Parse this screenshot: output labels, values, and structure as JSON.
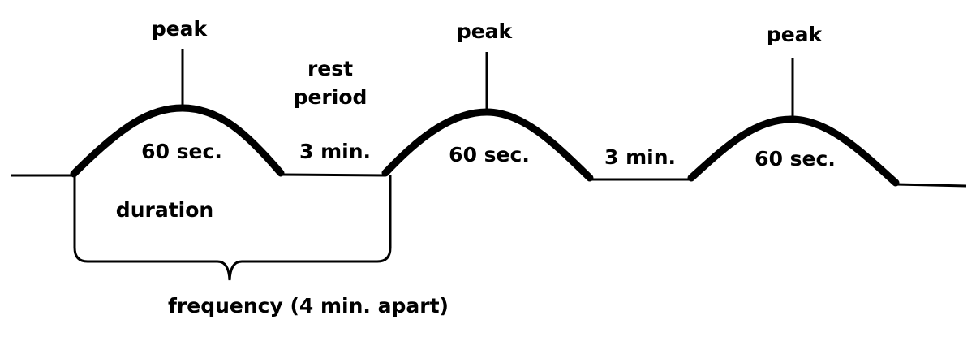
{
  "colors": {
    "ink": "#000000",
    "background": "#ffffff"
  },
  "labels": {
    "peak_1": "peak",
    "peak_2": "peak",
    "peak_3": "peak",
    "rest_line1": "rest",
    "rest_line2": "period",
    "duration_1": "60 sec.",
    "duration_2": "60 sec.",
    "duration_3": "60 sec.",
    "rest_1": "3 min.",
    "rest_2": "3 min.",
    "duration": "duration",
    "frequency": "frequency (4 min. apart)"
  }
}
